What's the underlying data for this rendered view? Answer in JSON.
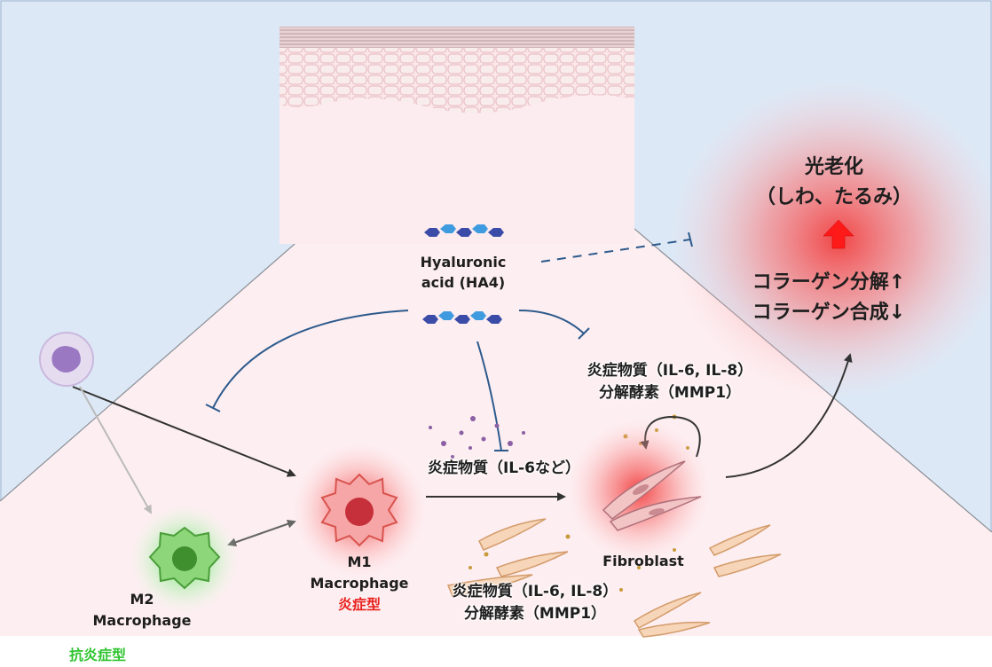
{
  "hyaluronic_acid": {
    "line1": "Hyaluronic",
    "line2": "acid (HA4)"
  },
  "photoaging": {
    "title": "光老化",
    "subtitle": "（しわ、たるみ）"
  },
  "collagen": {
    "degradation": "コラーゲン分解↑",
    "synthesis": "コラーゲン合成↓"
  },
  "fibroblast_top": {
    "line1": "炎症物質（IL-6, IL-8）",
    "line2": "分解酵素（MMP1）"
  },
  "fibroblast_bottom": {
    "line1": "炎症物質（IL-6, IL-8）",
    "line2": "分解酵素（MMP1）"
  },
  "m1_signal": "炎症物質（IL-6など）",
  "m1": {
    "line1": "M1",
    "line2": "Macrophage",
    "type": "炎症型",
    "type_color": "#e8211d"
  },
  "m2": {
    "line1": "M2",
    "line2": "Macrophage",
    "type": "抗炎症型",
    "type_color": "#2fc42f"
  },
  "fibroblast_label": "Fibroblast",
  "colors": {
    "inhibit": "#2c5a8c",
    "activate": "#333333",
    "ha": "#3b4ca8"
  }
}
